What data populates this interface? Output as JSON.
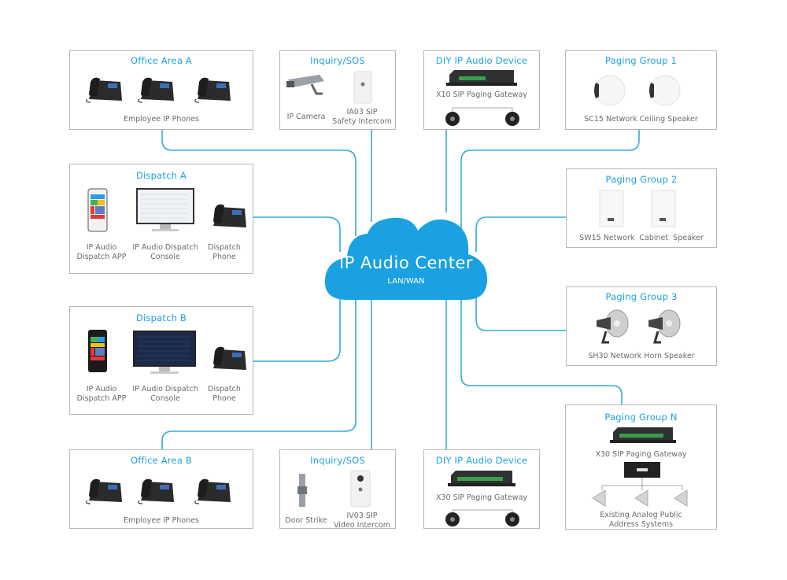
{
  "center": {
    "title": "IP Audio Center",
    "subtitle": "LAN/WAN"
  },
  "colors": {
    "accent": "#1ea2dc",
    "cloud": "#1aa1e1",
    "wire": "#35aae0",
    "border": "#b9b9b9",
    "label": "#6b6b6b"
  },
  "groups": {
    "office_a": {
      "title": "Office Area A",
      "caption": "Employee IP Phones",
      "devices": [
        "ip-phone",
        "ip-phone",
        "ip-phone"
      ]
    },
    "inquiry_top": {
      "title": "Inquiry/SOS",
      "items": [
        {
          "label": "IP Camera"
        },
        {
          "label": "IA03 SIP Safety Intercom",
          "line1": "IA03 SIP",
          "line2": "Safety Intercom"
        }
      ]
    },
    "diy_top": {
      "title": "DIY IP Audio Device",
      "caption": "X10 SIP Paging Gateway"
    },
    "paging1": {
      "title": "Paging Group 1",
      "caption": "SC15 Network Ceiling Speaker"
    },
    "dispatch_a": {
      "title": "Dispatch A",
      "items": [
        {
          "line1": "IP Audio",
          "line2": "Dispatch APP"
        },
        {
          "line1": "IP Audio Dispatch",
          "line2": "Console"
        },
        {
          "line1": "Dispatch",
          "line2": "Phone"
        }
      ]
    },
    "paging2": {
      "title": "Paging Group 2",
      "caption": "SW15 Network  Cabinet  Speaker"
    },
    "paging3": {
      "title": "Paging Group 3",
      "caption": "SH30 Network Horn Speaker"
    },
    "dispatch_b": {
      "title": "Dispatch B",
      "items": [
        {
          "line1": "IP Audio",
          "line2": "Dispatch APP"
        },
        {
          "line1": "IP Audio Dispatch",
          "line2": "Console"
        },
        {
          "line1": "Dispatch",
          "line2": "Phone"
        }
      ]
    },
    "pagingN": {
      "title": "Paging Group N",
      "caption": "X30 SIP Paging Gateway",
      "caption2_line1": "Existing Analog Public",
      "caption2_line2": "Address Systems"
    },
    "office_b": {
      "title": "Office Area B",
      "caption": "Employee IP Phones"
    },
    "inquiry_bottom": {
      "title": "Inquiry/SOS",
      "items": [
        {
          "label": "Door Strike"
        },
        {
          "line1": "IV03 SIP",
          "line2": "Video Intercom"
        }
      ]
    },
    "diy_bottom": {
      "title": "DIY IP Audio Device",
      "caption": "X30 SIP Paging Gateway"
    }
  }
}
